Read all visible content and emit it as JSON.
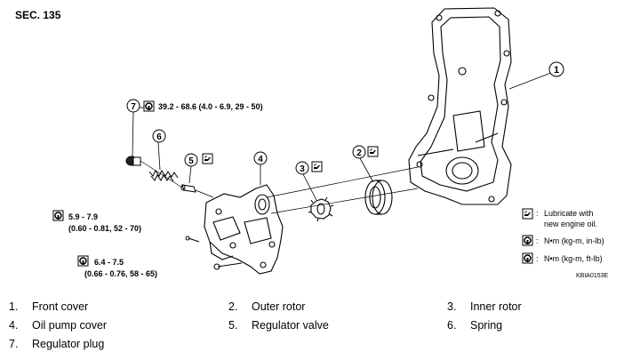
{
  "section": "SEC. 135",
  "callouts": [
    "1",
    "2",
    "3",
    "4",
    "5",
    "6",
    "7"
  ],
  "specs": {
    "plug_torque": "39.2 - 68.6 (4.0 - 6.9, 29 - 50)",
    "bolt_small_line1": "5.9 - 7.9",
    "bolt_small_line2": "(0.60 - 0.81, 52 - 70)",
    "bolt_large_line1": "6.4 - 7.5",
    "bolt_large_line2": "(0.66 - 0.76, 58 - 65)"
  },
  "legend": {
    "lubricate": "Lubricate with",
    "lubricate_line2": "new engine oil.",
    "torque_inlb": "N•m (kg-m, in-lb)",
    "torque_ftlb": "N•m (kg-m, ft-lb)",
    "colon": ":"
  },
  "figure_code": "KBIA0153E",
  "parts": [
    {
      "num": "1.",
      "name": "Front cover"
    },
    {
      "num": "2.",
      "name": "Outer rotor"
    },
    {
      "num": "3.",
      "name": "Inner rotor"
    },
    {
      "num": "4.",
      "name": "Oil pump cover"
    },
    {
      "num": "5.",
      "name": "Regulator valve"
    },
    {
      "num": "6.",
      "name": "Spring"
    },
    {
      "num": "7.",
      "name": "Regulator plug"
    }
  ],
  "icons": {
    "oil_can": "oil-can-icon",
    "torque_inlb": "torque-wrench-inlb-icon",
    "torque_ftlb": "torque-wrench-ftlb-icon"
  }
}
